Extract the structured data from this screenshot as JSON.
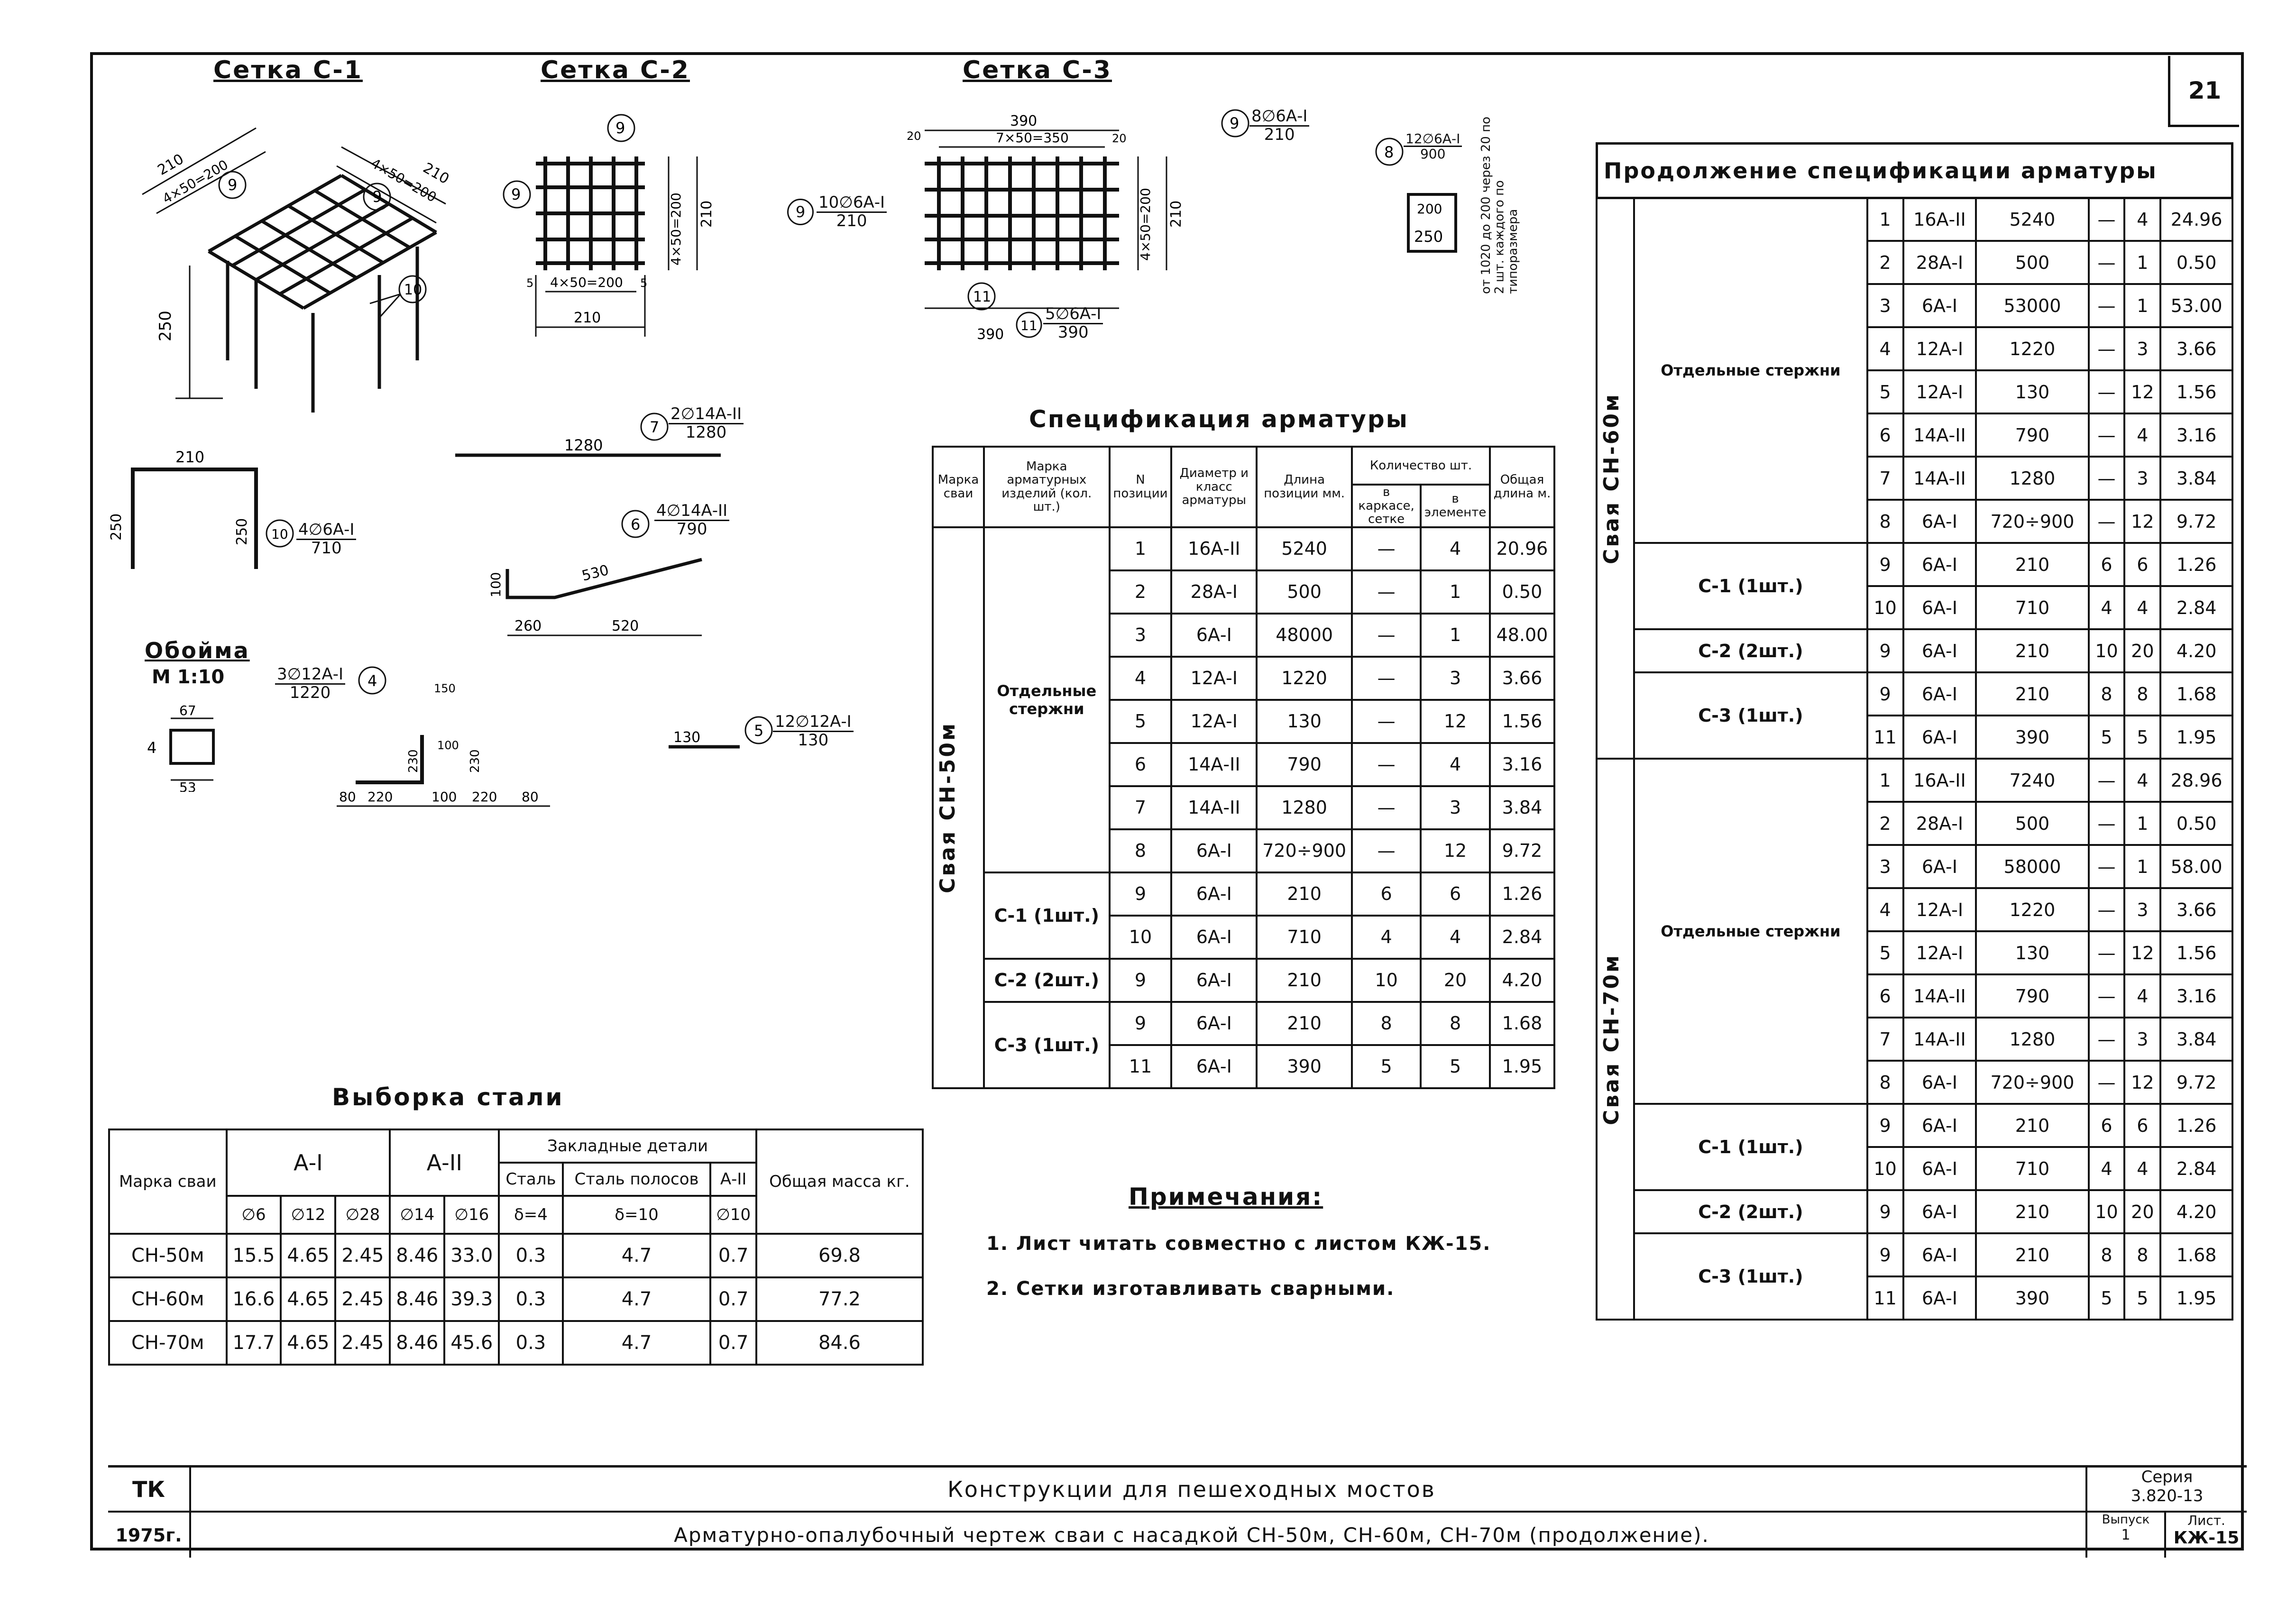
{
  "sheet_number": "21",
  "drawings": {
    "c1": {
      "title": "Сетка С-1",
      "labels": [
        "210",
        "4×50=200",
        "210",
        "4×50=200",
        "9",
        "9",
        "10",
        "250"
      ]
    },
    "c2": {
      "title": "Сетка С-2",
      "labels": [
        "9",
        "9",
        "4×50=200",
        "210",
        "4×50=200",
        "210",
        "5",
        "5"
      ],
      "callout": {
        "pos": "9",
        "num": "10∅6А-I",
        "den": "210"
      }
    },
    "c3": {
      "title": "Сетка С-3",
      "labels": [
        "390",
        "7×50=350",
        "20",
        "20",
        "4×50=200",
        "210",
        "390",
        "11"
      ],
      "callout_top": {
        "pos": "9",
        "num": "8∅6А-I",
        "den": "210"
      },
      "callout_bottom": {
        "pos": "11",
        "num": "5∅6А-I",
        "den": "390"
      }
    },
    "bar8": {
      "pos": "8",
      "num": "12∅6А-I",
      "den": "900",
      "dims": [
        "200",
        "250"
      ],
      "note": "от 1020 до 200 через 20 по 2 шт. каждого по типоразмера"
    },
    "bar7": {
      "pos": "7",
      "num": "2∅14А-II",
      "den": "1280",
      "len": "1280"
    },
    "bar10": {
      "pos": "10",
      "num": "4∅6А-I",
      "den": "710",
      "dims": [
        "210",
        "250",
        "250"
      ]
    },
    "bar6": {
      "pos": "6",
      "num": "4∅14А-II",
      "den": "790",
      "dims": [
        "100",
        "530",
        "260",
        "520"
      ]
    },
    "oboima": {
      "title": "Обойма",
      "scale": "М 1:10",
      "dims": [
        "67",
        "53",
        "4"
      ]
    },
    "bar4": {
      "pos": "4",
      "num": "3∅12А-I",
      "den": "1220",
      "dims": [
        "150",
        "230",
        "100",
        "230",
        "80",
        "220",
        "100",
        "220",
        "80"
      ]
    },
    "bar5": {
      "pos": "5",
      "num": "12∅12А-I",
      "den": "130",
      "len": "130"
    }
  },
  "spec": {
    "title": "Спецификация арматуры",
    "headers": [
      "Марка сваи",
      "Марка арматурных изделий (кол. шт.)",
      "N позиции",
      "Диаметр и класс арматуры",
      "Длина позиции мм.",
      "Количество шт.",
      "Общая длина м."
    ],
    "qty_sub": [
      "в каркасе, сетке",
      "в элементе"
    ],
    "pile": "Свая СН-50м",
    "groups": [
      {
        "name": "Отдельные стержни",
        "rows": [
          [
            "1",
            "16А-II",
            "5240",
            "—",
            "4",
            "20.96"
          ],
          [
            "2",
            "28А-I",
            "500",
            "—",
            "1",
            "0.50"
          ],
          [
            "3",
            "6А-I",
            "48000",
            "—",
            "1",
            "48.00"
          ],
          [
            "4",
            "12А-I",
            "1220",
            "—",
            "3",
            "3.66"
          ],
          [
            "5",
            "12А-I",
            "130",
            "—",
            "12",
            "1.56"
          ],
          [
            "6",
            "14А-II",
            "790",
            "—",
            "4",
            "3.16"
          ],
          [
            "7",
            "14А-II",
            "1280",
            "—",
            "3",
            "3.84"
          ],
          [
            "8",
            "6А-I",
            "720÷900",
            "—",
            "12",
            "9.72"
          ]
        ]
      },
      {
        "name": "С-1 (1шт.)",
        "rows": [
          [
            "9",
            "6А-I",
            "210",
            "6",
            "6",
            "1.26"
          ],
          [
            "10",
            "6А-I",
            "710",
            "4",
            "4",
            "2.84"
          ]
        ]
      },
      {
        "name": "С-2 (2шт.)",
        "rows": [
          [
            "9",
            "6А-I",
            "210",
            "10",
            "20",
            "4.20"
          ]
        ]
      },
      {
        "name": "С-3 (1шт.)",
        "rows": [
          [
            "9",
            "6А-I",
            "210",
            "8",
            "8",
            "1.68"
          ],
          [
            "11",
            "6А-I",
            "390",
            "5",
            "5",
            "1.95"
          ]
        ]
      }
    ]
  },
  "spec_cont": {
    "title": "Продолжение спецификации арматуры",
    "piles": [
      {
        "name": "Свая СН-60м",
        "groups": [
          {
            "name": "Отдельные стержни",
            "rows": [
              [
                "1",
                "16А-II",
                "5240",
                "—",
                "4",
                "24.96"
              ],
              [
                "2",
                "28А-I",
                "500",
                "—",
                "1",
                "0.50"
              ],
              [
                "3",
                "6А-I",
                "53000",
                "—",
                "1",
                "53.00"
              ],
              [
                "4",
                "12А-I",
                "1220",
                "—",
                "3",
                "3.66"
              ],
              [
                "5",
                "12А-I",
                "130",
                "—",
                "12",
                "1.56"
              ],
              [
                "6",
                "14А-II",
                "790",
                "—",
                "4",
                "3.16"
              ],
              [
                "7",
                "14А-II",
                "1280",
                "—",
                "3",
                "3.84"
              ],
              [
                "8",
                "6А-I",
                "720÷900",
                "—",
                "12",
                "9.72"
              ]
            ]
          },
          {
            "name": "С-1 (1шт.)",
            "rows": [
              [
                "9",
                "6А-I",
                "210",
                "6",
                "6",
                "1.26"
              ],
              [
                "10",
                "6А-I",
                "710",
                "4",
                "4",
                "2.84"
              ]
            ]
          },
          {
            "name": "С-2 (2шт.)",
            "rows": [
              [
                "9",
                "6А-I",
                "210",
                "10",
                "20",
                "4.20"
              ]
            ]
          },
          {
            "name": "С-3 (1шт.)",
            "rows": [
              [
                "9",
                "6А-I",
                "210",
                "8",
                "8",
                "1.68"
              ],
              [
                "11",
                "6А-I",
                "390",
                "5",
                "5",
                "1.95"
              ]
            ]
          }
        ]
      },
      {
        "name": "Свая СН-70м",
        "groups": [
          {
            "name": "Отдельные стержни",
            "rows": [
              [
                "1",
                "16А-II",
                "7240",
                "—",
                "4",
                "28.96"
              ],
              [
                "2",
                "28А-I",
                "500",
                "—",
                "1",
                "0.50"
              ],
              [
                "3",
                "6А-I",
                "58000",
                "—",
                "1",
                "58.00"
              ],
              [
                "4",
                "12А-I",
                "1220",
                "—",
                "3",
                "3.66"
              ],
              [
                "5",
                "12А-I",
                "130",
                "—",
                "12",
                "1.56"
              ],
              [
                "6",
                "14А-II",
                "790",
                "—",
                "4",
                "3.16"
              ],
              [
                "7",
                "14А-II",
                "1280",
                "—",
                "3",
                "3.84"
              ],
              [
                "8",
                "6А-I",
                "720÷900",
                "—",
                "12",
                "9.72"
              ]
            ]
          },
          {
            "name": "С-1 (1шт.)",
            "rows": [
              [
                "9",
                "6А-I",
                "210",
                "6",
                "6",
                "1.26"
              ],
              [
                "10",
                "6А-I",
                "710",
                "4",
                "4",
                "2.84"
              ]
            ]
          },
          {
            "name": "С-2 (2шт.)",
            "rows": [
              [
                "9",
                "6А-I",
                "210",
                "10",
                "20",
                "4.20"
              ]
            ]
          },
          {
            "name": "С-3 (1шт.)",
            "rows": [
              [
                "9",
                "6А-I",
                "210",
                "8",
                "8",
                "1.68"
              ],
              [
                "11",
                "6А-I",
                "390",
                "5",
                "5",
                "1.95"
              ]
            ]
          }
        ]
      }
    ]
  },
  "steel": {
    "title": "Выборка стали",
    "h_mark": "Марка сваи",
    "h_a1": "А-I",
    "h_a2": "А-II",
    "h_emb": "Закладные детали",
    "h_emb_sub": [
      "Сталь",
      "Сталь полосов",
      "А-II"
    ],
    "h_total": "Общая масса кг.",
    "sizes": [
      "∅6",
      "∅12",
      "∅28",
      "∅14",
      "∅16",
      "δ=4",
      "δ=10",
      "∅10"
    ],
    "rows": [
      [
        "СН-50м",
        "15.5",
        "4.65",
        "2.45",
        "8.46",
        "33.0",
        "0.3",
        "4.7",
        "0.7",
        "69.8"
      ],
      [
        "СН-60м",
        "16.6",
        "4.65",
        "2.45",
        "8.46",
        "39.3",
        "0.3",
        "4.7",
        "0.7",
        "77.2"
      ],
      [
        "СН-70м",
        "17.7",
        "4.65",
        "2.45",
        "8.46",
        "45.6",
        "0.3",
        "4.7",
        "0.7",
        "84.6"
      ]
    ]
  },
  "notes": {
    "title": "Примечания:",
    "items": [
      "1. Лист читать совместно с листом КЖ-15.",
      "2. Сетки изготавливать сварными."
    ]
  },
  "stamp": {
    "org": "ТК",
    "year": "1975г.",
    "line1": "Конструкции для пешеходных мостов",
    "line2": "Арматурно-опалубочный чертеж сваи с насадкой СН-50м, СН-60м, СН-70м (продолжение).",
    "series_label": "Серия",
    "series": "3.820-13",
    "issue_label": "Выпуск",
    "issue": "1",
    "sheet_label": "Лист.",
    "sheet": "КЖ-15"
  }
}
